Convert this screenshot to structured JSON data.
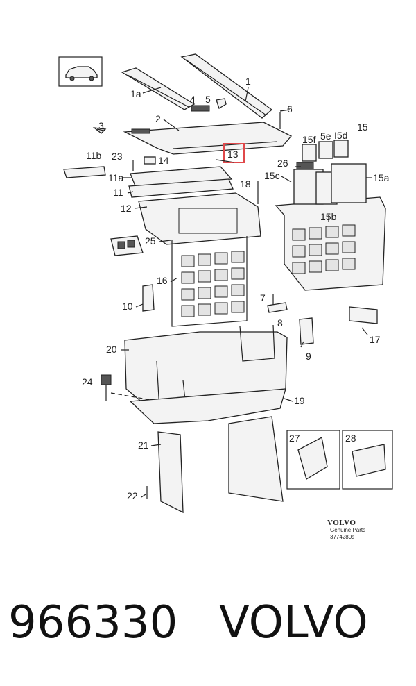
{
  "callouts": {
    "c1": "1",
    "c1a": "1a",
    "c2": "2",
    "c3": "3",
    "c4": "4",
    "c5": "5",
    "c6": "6",
    "c7": "7",
    "c8": "8",
    "c9": "9",
    "c10": "10",
    "c11": "11",
    "c11a": "11a",
    "c11b": "11b",
    "c12": "12",
    "c13": "13",
    "c14": "14",
    "c15": "15",
    "c15a": "15a",
    "c15b": "15b",
    "c15c": "15c",
    "c15d": "I5d",
    "c15e": "5e",
    "c15f": "15f",
    "c16": "16",
    "c17": "17",
    "c18": "18",
    "c19": "19",
    "c20": "20",
    "c21": "21",
    "c22": "22",
    "c23": "23",
    "c24": "24",
    "c25": "25",
    "c26": "26",
    "c27": "27",
    "c28": "28"
  },
  "highlighted_callout": "13",
  "highlight_color": "#e0484a",
  "brand": {
    "logo": "VOLVO",
    "genuine": "Genuine Parts",
    "ref": "3774280s"
  },
  "caption": {
    "part_number": "966330",
    "make": "VOLVO"
  }
}
